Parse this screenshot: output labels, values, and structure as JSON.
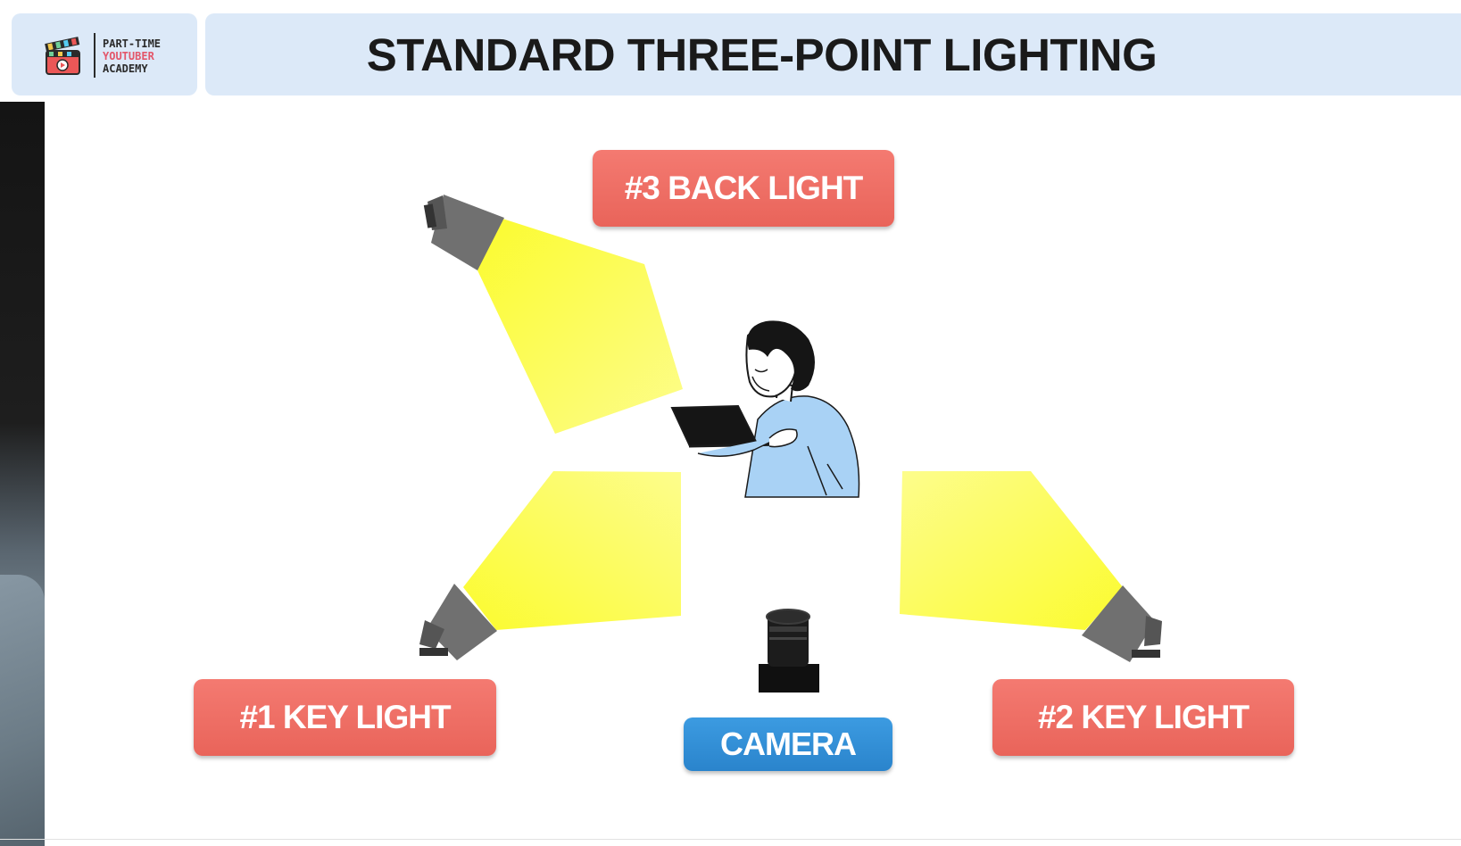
{
  "header": {
    "logo_line1": "PART-TIME",
    "logo_line2": "YOUTUBER",
    "logo_line3": "ACADEMY",
    "title": "STANDARD THREE-POINT LIGHTING"
  },
  "diagram": {
    "labels": {
      "back_light": "#3 BACK LIGHT",
      "key_light_1": "#1 KEY LIGHT",
      "key_light_2": "#2 KEY LIGHT",
      "camera": "CAMERA"
    },
    "icons": [
      "clapperboard-icon",
      "spotlight-icon",
      "camera-icon",
      "person-with-laptop-icon"
    ]
  },
  "colors": {
    "header_bg": "#dce9f8",
    "label_red": "#ef6f66",
    "label_blue": "#2f8ed6",
    "light_beam": "#fbfb3a",
    "fixture_gray": "#6f6f6f",
    "shirt_blue": "#a9d2f5"
  }
}
